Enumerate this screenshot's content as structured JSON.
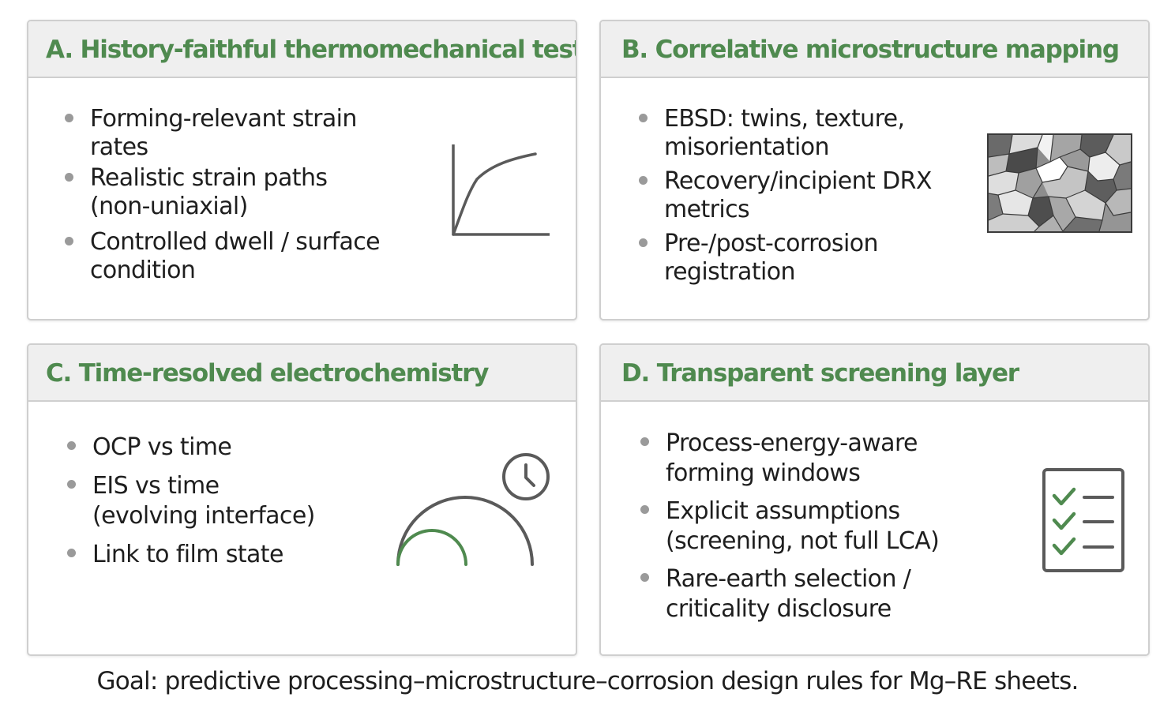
{
  "panels": {
    "a": {
      "title": "A. History-faithful thermomechanical testing",
      "bullets": [
        "Forming-relevant strain\nrates",
        "Realistic strain paths\n(non-uniaxial)",
        "Controlled dwell / surface\ncondition"
      ],
      "icon": "stress-strain-curve-icon"
    },
    "b": {
      "title": "B. Correlative microstructure mapping",
      "bullets": [
        "EBSD: twins, texture,\nmisorientation",
        "Recovery/incipient DRX\nmetrics",
        "Pre-/post-corrosion\nregistration"
      ],
      "icon": "grain-map-icon"
    },
    "c": {
      "title": "C. Time-resolved electrochemistry",
      "bullets": [
        "OCP vs time",
        "EIS vs time\n(evolving interface)",
        "Link to film state"
      ],
      "icon": "impedance-arcs-clock-icon"
    },
    "d": {
      "title": "D. Transparent screening layer",
      "bullets": [
        "Process-energy-aware\nforming windows",
        "Explicit assumptions\n(screening, not full LCA)",
        "Rare-earth selection /\ncriticality disclosure"
      ],
      "icon": "checklist-icon"
    }
  },
  "goal": "Goal: predictive processing–microstructure–corrosion design rules for Mg–RE sheets.",
  "colors": {
    "title_green": "#4f8a4f",
    "header_bg": "#efefef",
    "border": "#cfcfcf",
    "icon_gray": "#5a5a5a",
    "icon_green": "#4f8a4f"
  }
}
